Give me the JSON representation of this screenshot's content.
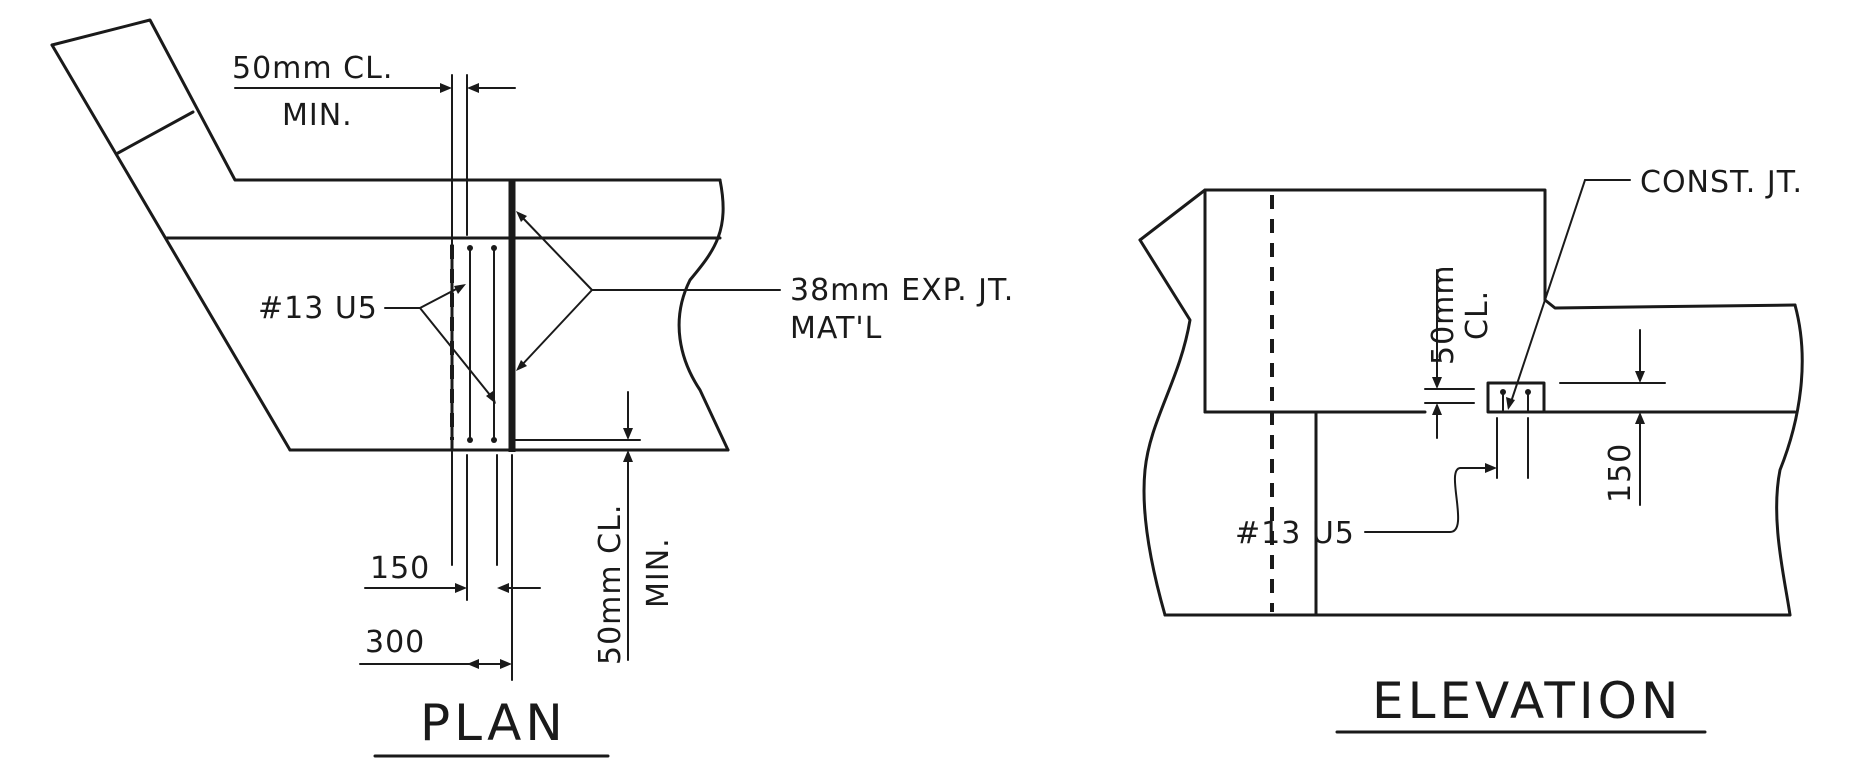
{
  "plan": {
    "clear_top_1": "50mm CL.",
    "clear_top_2": "MIN.",
    "bar_label": "#13 U5",
    "exp_joint_1": "38mm EXP. JT.",
    "exp_joint_2": "MAT'L",
    "dim_150": "150",
    "dim_300": "300",
    "clear_side_1": "50mm CL.",
    "clear_side_2": "MIN.",
    "caption": "PLAN"
  },
  "elevation": {
    "const_joint": "CONST. JT.",
    "clear_1": "50mm",
    "clear_2": "CL.",
    "dim_150": "150",
    "bar_label": "#13 U5",
    "caption": "ELEVATION"
  }
}
